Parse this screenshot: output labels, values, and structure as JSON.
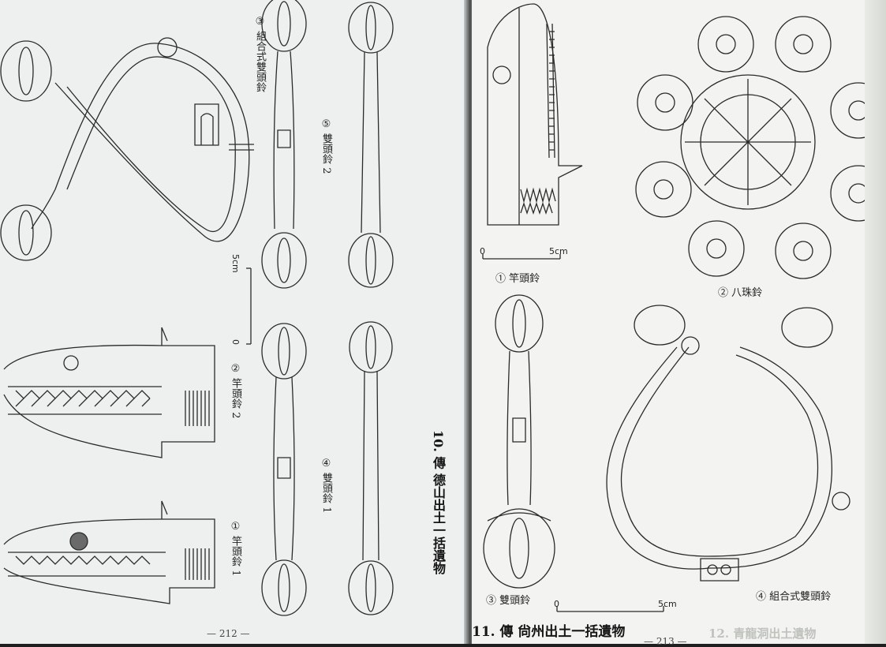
{
  "left_page": {
    "page_number": "— 212 —",
    "section_title": "10. 傳 德山出土一括遺物",
    "labels": {
      "item1": "① 竿頭鈴 1",
      "item2": "② 竿頭鈴 2",
      "item3": "③ 組合式雙頭鈴",
      "item4": "④ 雙頭鈴 1",
      "item5": "⑤ 雙頭鈴 2"
    },
    "scale": {
      "zero": "0",
      "end": "5cm"
    }
  },
  "right_page": {
    "page_number": "— 213 —",
    "section_title": "11. 傳 尙州出土一括遺物",
    "next_title_fragment": "12. 青龍洞出土遺物",
    "labels": {
      "item1": "① 竿頭鈴",
      "item2": "② 八珠鈴",
      "item3": "③ 雙頭鈴",
      "item4": "④ 組合式雙頭鈴"
    },
    "scale_small": {
      "zero": "0",
      "end": "5cm"
    },
    "scale_large": {
      "zero": "0",
      "end": "5cm"
    }
  }
}
